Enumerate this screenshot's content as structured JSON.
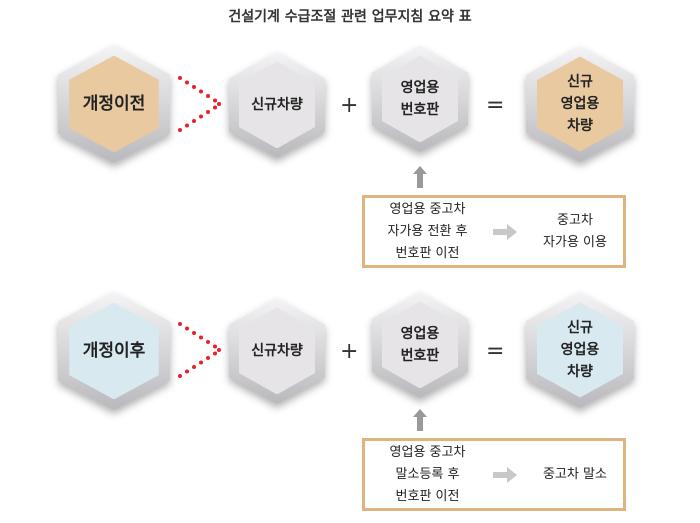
{
  "title": "건설기계 수급조절 관련 업무지침 요약 표",
  "rows": [
    {
      "label": "개정이전",
      "new_vehicle": "신규차량",
      "plate": "영업용\n번호판",
      "result": "신규\n영업용\n차량",
      "plus": "+",
      "equals": "=",
      "note_left": "영업용 중고차\n자가용 전환 후\n번호판 이전",
      "note_right": "중고차\n자가용 이용"
    },
    {
      "label": "개정이후",
      "new_vehicle": "신규차량",
      "plate": "영업용\n번호판",
      "result": "신규\n영업용\n차량",
      "plus": "+",
      "equals": "=",
      "note_left": "영업용 중고차\n말소등록 후\n번호판 이전",
      "note_right": "중고차 말소"
    }
  ],
  "colors": {
    "before": "#e8c9a0",
    "after": "#d8e9ef",
    "box_border": "#e0b47f",
    "dots": "#e8202a"
  }
}
